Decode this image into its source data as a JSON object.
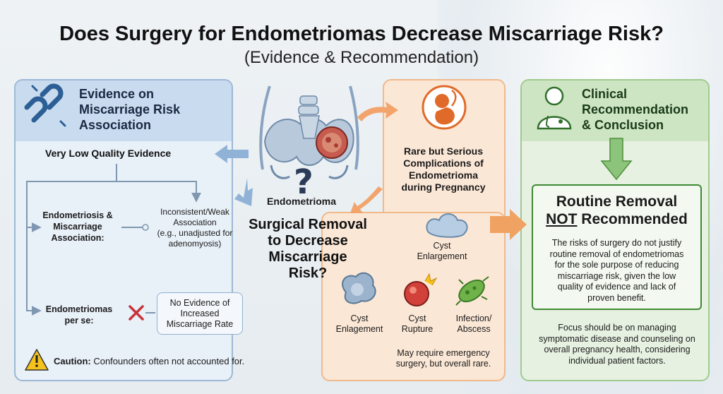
{
  "header": {
    "title": "Does Surgery for Endometriomas Decrease Miscarriage Risk?",
    "subtitle": "(Evidence & Recommendation)"
  },
  "evidence": {
    "heading_line1": "Evidence on",
    "heading_line2": "Miscarriage Risk",
    "heading_line3": "Association",
    "quality": "Very Low Quality Evidence",
    "endometriosis_line1": "Endometriosis &",
    "endometriosis_line2": "Miscarriage",
    "endometriosis_line3": "Association:",
    "inconsistent_line1": "Inconsistent/Weak",
    "inconsistent_line2": "Association",
    "inconsistent_line3": "(e.g., unadjusted for",
    "inconsistent_line4": "adenomyosis)",
    "per_se_line1": "Endometriomas",
    "per_se_line2": "per se:",
    "no_evidence_line1": "No Evidence of",
    "no_evidence_line2": "Increased",
    "no_evidence_line3": "Miscarriage Rate",
    "caution_bold": "Caution:",
    "caution_text": " Confounders often not accounted for."
  },
  "center": {
    "endometrioma_label": "Endometrioma",
    "question_mark": "?",
    "surgical_line1": "Surgical Removal",
    "surgical_line2": "to Decrease",
    "surgical_line3": "Miscarriage",
    "surgical_line4": "Risk?"
  },
  "complications": {
    "heading_line1": "Rare but Serious",
    "heading_line2": "Complications of",
    "heading_line3": "Endometrioma",
    "heading_line4": "during Pregnancy",
    "cyst_enlargement_line1": "Cyst",
    "cyst_enlargement_line2": "Enlargement",
    "cyst_enlagement_line1": "Cyst",
    "cyst_enlagement_line2": "Enlagement",
    "cyst_rupture_line1": "Cyst",
    "cyst_rupture_line2": "Rupture",
    "infection_line1": "Infection/",
    "infection_line2": "Abscess",
    "note_line1": "May require emergency",
    "note_line2": "surgery, but overall rare."
  },
  "recommendation": {
    "heading_line1": "Clinical",
    "heading_line2": "Recommendation",
    "heading_line3": "& Conclusion",
    "box_title_line1": "Routine Removal",
    "box_title_not": "NOT",
    "box_title_rest": " Recommended",
    "body_line1": "The risks of surgery do not justify",
    "body_line2": "routine removal of endometriomas",
    "body_line3": "for the sole purpose of reducing",
    "body_line4": "miscarriage risk, given the low",
    "body_line5": "quality of evidence and lack of",
    "body_line6": "proven benefit.",
    "focus_line1": "Focus should be on managing",
    "focus_line2": "symptomatic disease and counseling on",
    "focus_line3": "overall pregnancy health, considering",
    "focus_line4": "individual patient factors."
  },
  "colors": {
    "evidence_accent": "#9cb8d6",
    "complication_accent": "#f0b98a",
    "recommendation_accent": "#3e8a33"
  },
  "icons": [
    "broken-chain-icon",
    "pelvis-icon",
    "fetus-icon",
    "doctor-icon",
    "warning-icon",
    "cross-icon",
    "cyst-icon",
    "rupture-icon",
    "bacteria-icon"
  ]
}
